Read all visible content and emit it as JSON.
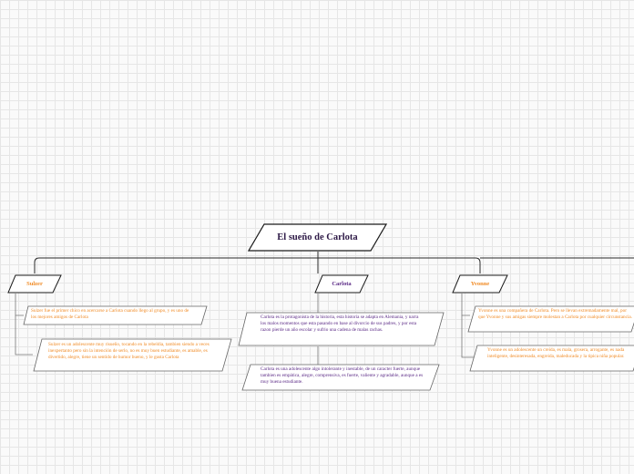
{
  "root": {
    "title": "El sueño de Carlota"
  },
  "branches": [
    {
      "label": "Sulzer",
      "color": "#f08a24",
      "notes": [
        "Sulzer fue el primer chico en acercarse a Carlota cuando llego al grupo, y es uno de los mejores amigos de Carlota",
        "Sulzer es un adolescente muy risueño, tocando en la rebeldia, tambien siendo a veces inexpertanto pero sin la intención de serlo, no es muy buen estudiante, es amable, es divertido, alegre, tiene un sentido de humor bueno, y le gusta Carlota"
      ]
    },
    {
      "label": "Carlota",
      "color": "#5b2a86",
      "notes": [
        "Carlota es la protagonista de la historia, esta historia se adapta en Alemania, y narra los malos momentos que esta pasando en base al divorcio de sus padres, y por esta razon pierde un año escolar y sufrio una cadena de malas rachas.",
        "Carlota es una adolescente algo intolerante y inestable, de un caracter fuerte, aunque tambien es empática, alegre, comprensiva, es fuerte, valiente y agradable, aunque a es muy buena estudiante."
      ]
    },
    {
      "label": "Yvonne",
      "color": "#f08a24",
      "notes": [
        "Yvonne es una compañera de Carlota. Pero se llevan extremadamente mal, por que Yvonne y sus amigas siempre molestan a Carlota por cualquier circunstancia.",
        "Yvonne es un adolescente un creída, es mala, grosera, arrogante, es nada inteligente, desinteresada, engreida, maleducada y la tipica niña popular."
      ]
    }
  ]
}
